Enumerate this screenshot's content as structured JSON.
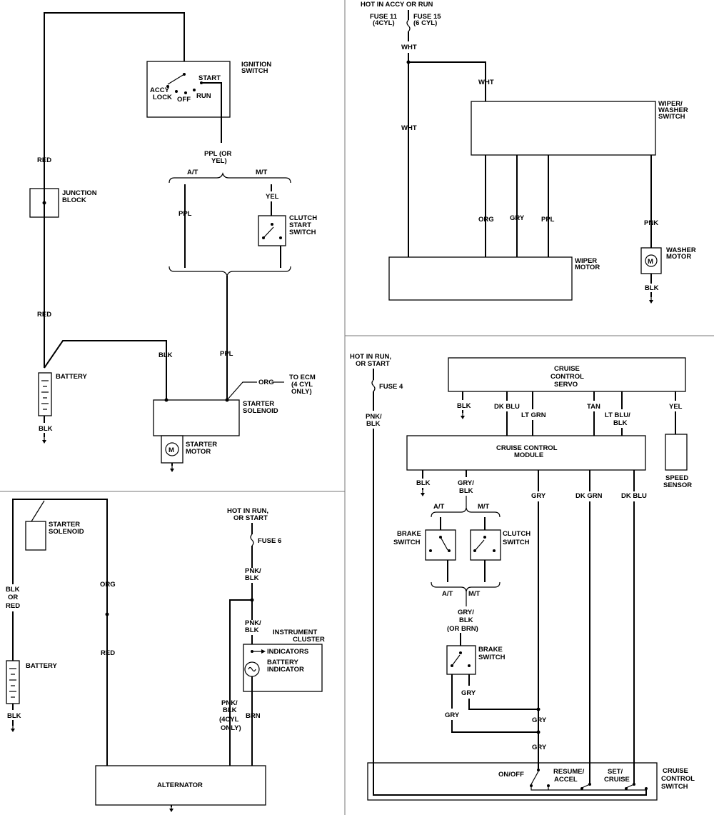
{
  "starting": {
    "ignition_switch": [
      "IGNITION",
      "SWITCH"
    ],
    "start": "START",
    "accy": "ACCY",
    "lock": "LOCK",
    "off": "OFF",
    "run": "RUN",
    "ppl_or_yel": [
      "PPL (OR",
      "YEL)"
    ],
    "at": "A/T",
    "mt": "M/T",
    "ppl": "PPL",
    "yel": "YEL",
    "clutch_start_switch": [
      "CLUTCH",
      "START",
      "SWITCH"
    ],
    "red": "RED",
    "junction_block": [
      "JUNCTION",
      "BLOCK"
    ],
    "blk": "BLK",
    "battery": "BATTERY",
    "org": "ORG",
    "to_ecm": [
      "TO ECM",
      "(4 CYL",
      "ONLY)"
    ],
    "starter_solenoid": [
      "STARTER",
      "SOLENOID"
    ],
    "starter_motor": [
      "STARTER",
      "MOTOR"
    ],
    "m": "M"
  },
  "wiper": {
    "hot": "HOT IN ACCY OR RUN",
    "fuse11": [
      "FUSE 11",
      "(4CYL)"
    ],
    "fuse15": [
      "FUSE 15",
      "(6 CYL)"
    ],
    "wht": "WHT",
    "wiper_washer_switch": [
      "WIPER/",
      "WASHER",
      "SWITCH"
    ],
    "org": "ORG",
    "gry": "GRY",
    "ppl": "PPL",
    "pnk": "PNK",
    "wiper_motor": [
      "WIPER",
      "MOTOR"
    ],
    "washer_motor": [
      "WASHER",
      "MOTOR"
    ],
    "blk": "BLK",
    "m": "M"
  },
  "charging": {
    "starter_solenoid": [
      "STARTER",
      "SOLENOID"
    ],
    "blk_or_red": [
      "BLK",
      "OR",
      "RED"
    ],
    "org": "ORG",
    "red": "RED",
    "battery": "BATTERY",
    "blk": "BLK",
    "hot": [
      "HOT IN RUN,",
      "OR START"
    ],
    "fuse6": "FUSE 6",
    "pnk_blk": [
      "PNK/",
      "BLK"
    ],
    "instrument_cluster": [
      "INSTRUMENT",
      "CLUSTER"
    ],
    "indicators": "INDICATORS",
    "battery_indicator": [
      "BATTERY",
      "INDICATOR"
    ],
    "pnk_blk_4cyl": [
      "PNK/",
      "BLK",
      "(4CYL",
      "ONLY)"
    ],
    "brn": "BRN",
    "alternator": "ALTERNATOR"
  },
  "cruise": {
    "hot": [
      "HOT IN RUN,",
      "OR START"
    ],
    "fuse4": "FUSE 4",
    "pnk_blk": [
      "PNK/",
      "BLK"
    ],
    "servo": [
      "CRUISE",
      "CONTROL",
      "SERVO"
    ],
    "blk": "BLK",
    "dk_blu": "DK BLU",
    "lt_grn": "LT GRN",
    "tan": "TAN",
    "lt_blu_blk": [
      "LT BLU/",
      "BLK"
    ],
    "yel": "YEL",
    "module": [
      "CRUISE CONTROL",
      "MODULE"
    ],
    "speed_sensor": [
      "SPEED",
      "SENSOR"
    ],
    "gry_blk": [
      "GRY/",
      "BLK"
    ],
    "gry": "GRY",
    "dk_grn": "DK GRN",
    "at": "A/T",
    "mt": "M/T",
    "brake_switch": [
      "BRAKE",
      "SWITCH"
    ],
    "clutch_switch": [
      "CLUTCH",
      "SWITCH"
    ],
    "gry_blk_brn": [
      "GRY/",
      "BLK",
      "(OR BRN)"
    ],
    "on_off": "ON/OFF",
    "resume_accel": [
      "RESUME/",
      "ACCEL"
    ],
    "set_cruise": [
      "SET/",
      "CRUISE"
    ],
    "cruise_control_switch": [
      "CRUISE",
      "CONTROL",
      "SWITCH"
    ]
  }
}
